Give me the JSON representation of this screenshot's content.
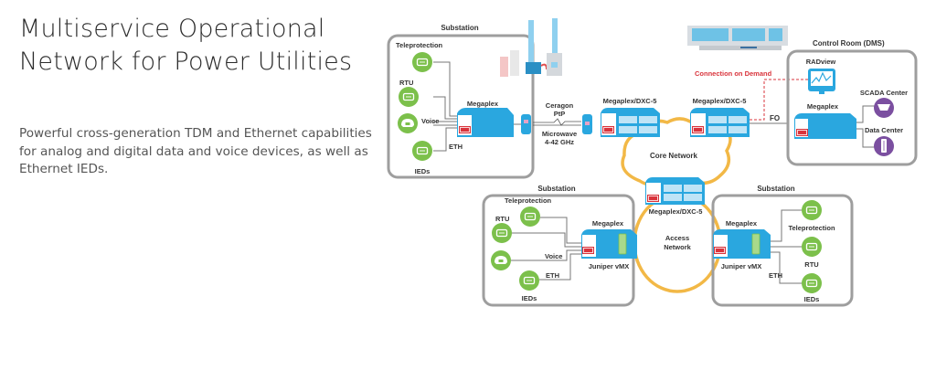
{
  "heading": {
    "title": "Multiservice Operational Network for Power Utilities",
    "description": "Powerful cross-generation TDM and Ethernet capabilities for analog and digital data and voice devices, as well as Ethernet IEDs."
  },
  "colors": {
    "box_border": "#9e9e9e",
    "device_blue": "#2aa7df",
    "device_light": "#bfe4f6",
    "green_node": "#7cc04b",
    "purple_node": "#7b4fa0",
    "cloud_orange": "#f2b846",
    "red_label": "#d9343c",
    "text": "#333333"
  },
  "diagram": {
    "substation_top_left": {
      "label": "Substation",
      "nodes": [
        "Teleprotection",
        "RTU",
        "Voice",
        "IEDs"
      ],
      "eth_label": "ETH",
      "device": "Megaplex",
      "rad_badge": "RAD"
    },
    "microwave_link": {
      "line1": "Ceragon",
      "line2": "PtP",
      "line3": "Microwave",
      "line4": "4-42 GHz"
    },
    "core": {
      "label": "Core Network",
      "dxc_left": "Megaplex/DXC-5",
      "dxc_right": "Megaplex/DXC-5",
      "dxc_bottom": "Megaplex/DXC-5",
      "fo_label": "FO"
    },
    "connection_on_demand": "Connection on Demand",
    "control_room": {
      "label": "Control Room (DMS)",
      "radview": "RADview",
      "device": "Megaplex",
      "scada": "SCADA Center",
      "data_center": "Data Center"
    },
    "access": {
      "label_line1": "Access",
      "label_line2": "Network"
    },
    "substation_bottom_left": {
      "label": "Substation",
      "nodes": [
        "Teleprotection",
        "RTU",
        "Voice",
        "IEDs"
      ],
      "eth_label": "ETH",
      "device": "Megaplex",
      "router": "Juniper vMX"
    },
    "substation_bottom_right": {
      "label": "Substation",
      "nodes": [
        "Teleprotection",
        "RTU",
        "IEDs"
      ],
      "eth_label": "ETH",
      "device": "Megaplex",
      "router": "Juniper vMX"
    }
  }
}
